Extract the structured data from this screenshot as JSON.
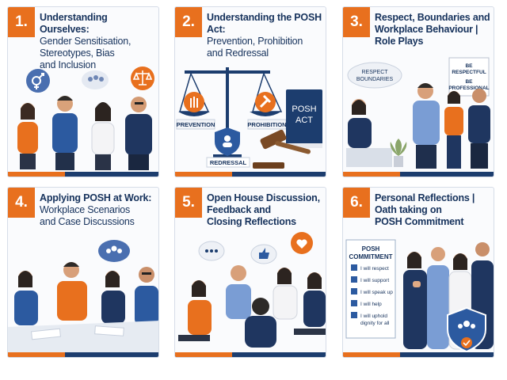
{
  "cards": [
    {
      "number": "1.",
      "heading": "Understanding Ourselves:",
      "sub1": "Gender Sensitisation,",
      "sub2": "Stereotypes, Bias",
      "sub3": "and Inclusion"
    },
    {
      "number": "2.",
      "heading": "Understanding the POSH Act:",
      "sub1": "Prevention, Prohibition",
      "sub2": "and Redressal",
      "prevention": "PREVENTION",
      "prohibition": "PROHIBITION",
      "redressal": "REDRESSAL",
      "book1": "POSH",
      "book2": "ACT"
    },
    {
      "number": "3.",
      "heading1": "Respect, Boundaries and",
      "heading2": "Workplace Behaviour |",
      "heading3": "Role Plays",
      "bubble1": "RESPECT",
      "bubble2": "BOUNDARIES",
      "board1": "BE",
      "board2": "RESPECTFUL",
      "board3": "BE",
      "board4": "PROFESSIONAL"
    },
    {
      "number": "4.",
      "heading": "Applying POSH at Work:",
      "sub1": "Workplace Scenarios",
      "sub2": "and Case Discussions"
    },
    {
      "number": "5.",
      "heading1": "Open House Discussion,",
      "heading2": "Feedback and",
      "heading3": "Closing Reflections"
    },
    {
      "number": "6.",
      "heading1": "Personal Reflections |",
      "heading2": "Oath taking on",
      "heading3": "POSH Commitment",
      "board_title1": "POSH",
      "board_title2": "COMMITMENT",
      "pledges": [
        "I will respect",
        "I will support",
        "I will speak up",
        "I will help",
        "I will uphold",
        "dignity for all"
      ]
    }
  ],
  "colors": {
    "orange": "#e8701e",
    "navy": "#1c3d6e",
    "bubble": "#4a6fb0"
  }
}
